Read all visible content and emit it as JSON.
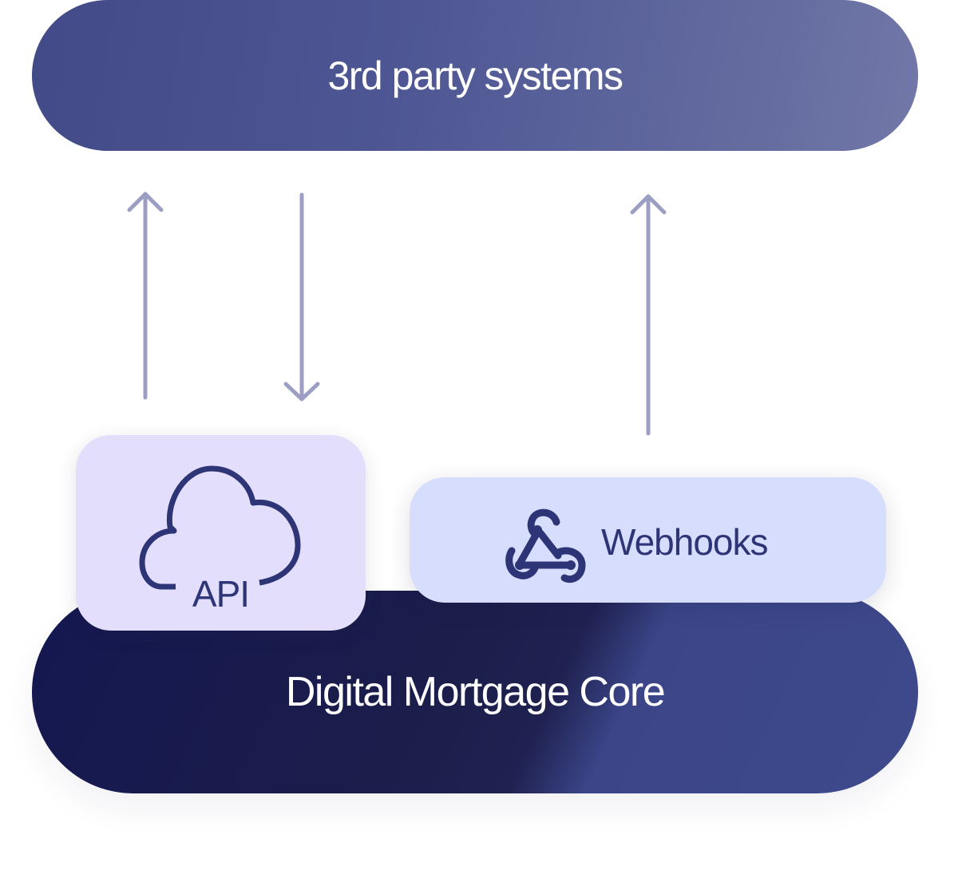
{
  "diagram": {
    "top_node": {
      "label": "3rd party systems"
    },
    "bottom_node": {
      "label": "Digital Mortgage Core"
    },
    "api_card": {
      "label": "API",
      "icon": "cloud-icon"
    },
    "webhooks_card": {
      "label": "Webhooks",
      "icon": "webhook-icon"
    },
    "connections": [
      {
        "from": "API",
        "to": "3rd party systems",
        "direction": "up"
      },
      {
        "from": "3rd party systems",
        "to": "API",
        "direction": "down"
      },
      {
        "from": "Webhooks",
        "to": "3rd party systems",
        "direction": "up"
      }
    ],
    "colors": {
      "arrow": "#9c9fc3",
      "icon_text": "#2e3577",
      "api_card_bg": "#e3defb",
      "webhooks_card_bg": "#d7ddfc"
    }
  }
}
